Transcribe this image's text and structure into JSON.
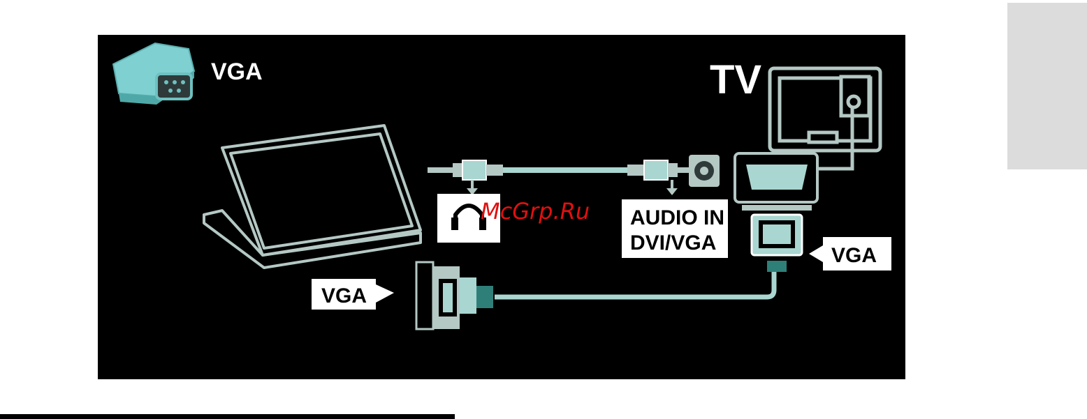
{
  "header": {
    "connection_label": "VGA"
  },
  "tv": {
    "label": "TV"
  },
  "labels": {
    "headphone_icon": "headphone-icon",
    "audio_in_line1": "AUDIO IN",
    "audio_in_line2": "DVI/VGA",
    "pc_vga": "VGA",
    "tv_vga": "VGA"
  },
  "watermark": {
    "text": "McGrp.Ru",
    "color": "#e01010"
  },
  "colors": {
    "background": "#000000",
    "outline": "#b4c8c4",
    "cable": "#a9d6d0",
    "connector_fill": "#a9d6d0",
    "connector_dark": "#2f7f79",
    "label_bg": "#ffffff",
    "side_tab": "#dcdcdc"
  }
}
